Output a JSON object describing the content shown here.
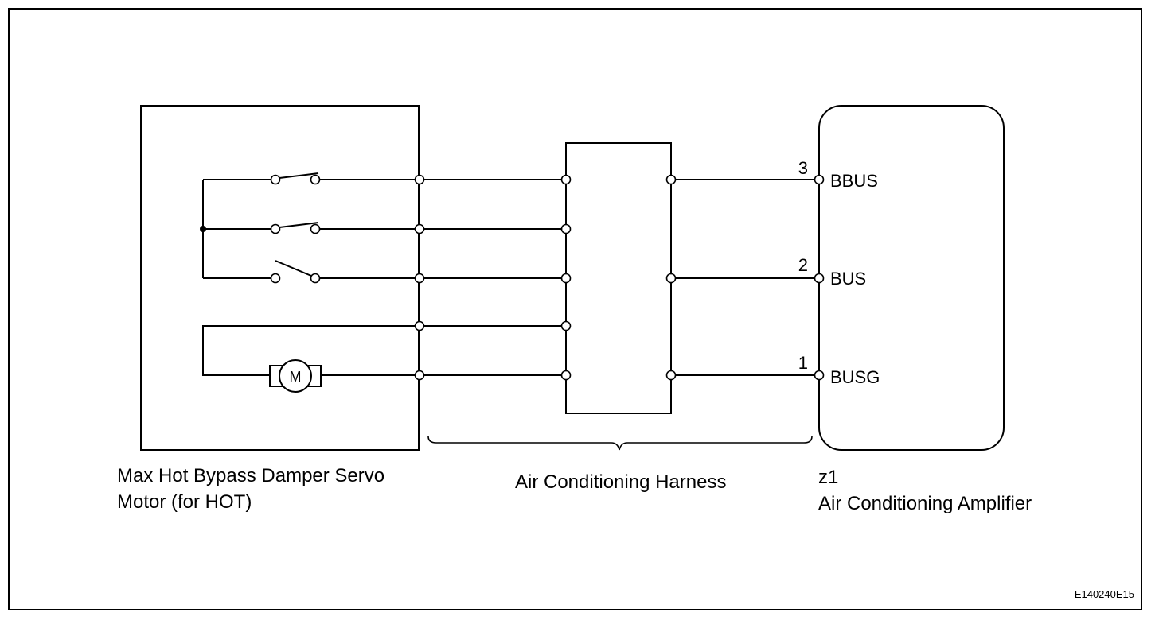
{
  "servo": {
    "label_line1": "Max Hot Bypass Damper Servo",
    "label_line2": "Motor (for HOT)",
    "motor_symbol": "M"
  },
  "harness": {
    "label": "Air Conditioning Harness"
  },
  "amplifier": {
    "connector": "z1",
    "label": "Air Conditioning Amplifier",
    "pins": [
      {
        "number": "3",
        "name": "BBUS"
      },
      {
        "number": "2",
        "name": "BUS"
      },
      {
        "number": "1",
        "name": "BUSG"
      }
    ]
  },
  "figure_code": "E140240E15"
}
